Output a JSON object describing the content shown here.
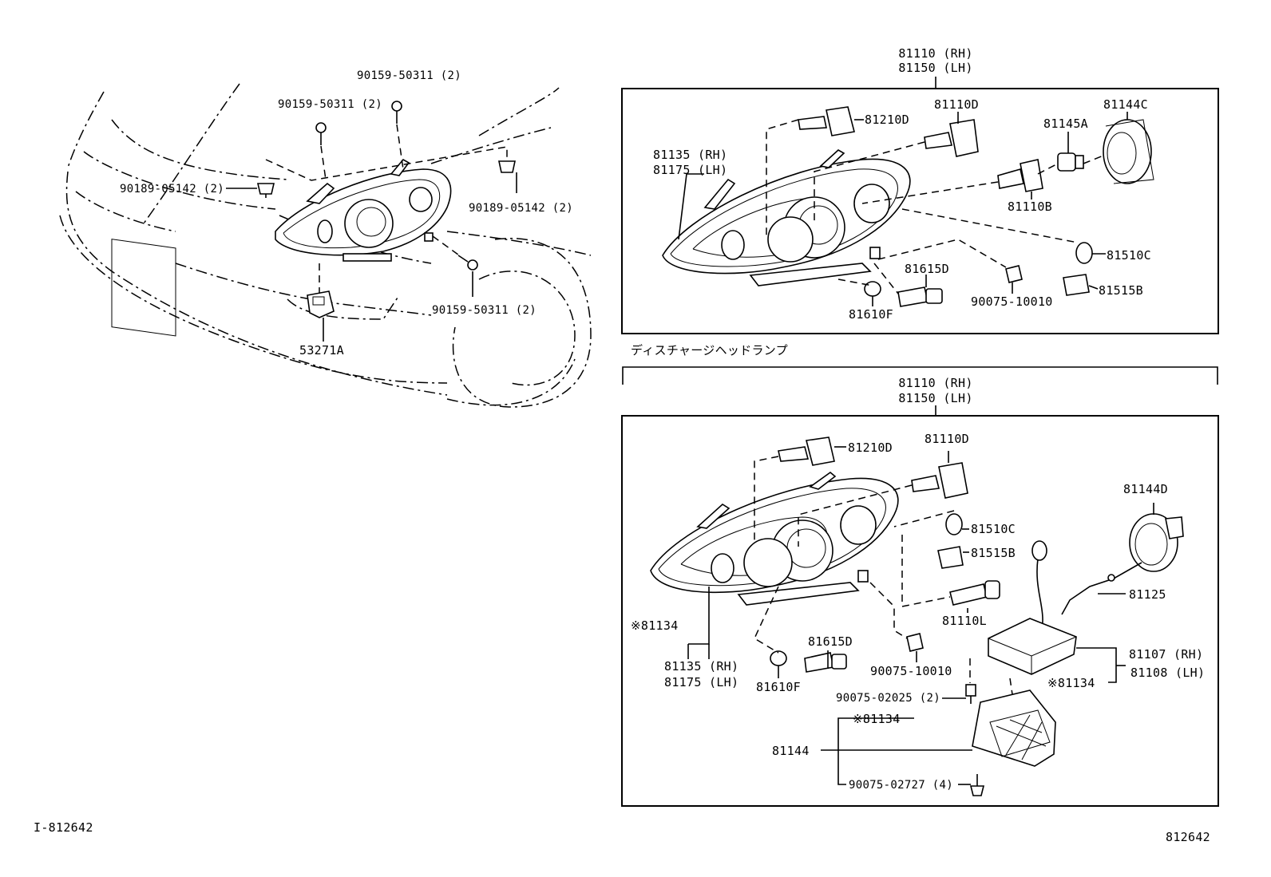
{
  "overview": {
    "labels": {
      "bolt_top": "90159-50311 (2)",
      "bolt_left": "90159-50311 (2)",
      "clip_left": "90189-05142 (2)",
      "clip_right": "90189-05142 (2)",
      "bolt_lower": "90159-50311 (2)",
      "bracket": "53271A"
    }
  },
  "halogen": {
    "title_rh": "81110 (RH)",
    "title_lh": "81150 (LH)",
    "labels": {
      "bulb_high": "81210D",
      "bulb_low": "81110D",
      "socket_b": "81110B",
      "socket_a": "81145A",
      "cap": "81144C",
      "housing_rh": "81135 (RH)",
      "housing_lh": "81175 (LH)",
      "bulb_side": "81510C",
      "socket_side": "81515B",
      "socket_front": "81615D",
      "bulb_front": "81610F",
      "grommet": "90075-10010"
    }
  },
  "discharge": {
    "heading": "ディスチャージヘッドランプ",
    "title_rh": "81110 (RH)",
    "title_lh": "81150 (LH)",
    "labels": {
      "bulb_high": "81210D",
      "bulb_low": "81110D",
      "cap": "81144D",
      "bulb_side": "81510C",
      "socket_side": "81515B",
      "cord": "81125",
      "hid_bulb": "81110L",
      "housing_note": "※81134",
      "housing_rh": "81135 (RH)",
      "housing_lh": "81175 (LH)",
      "socket_front": "81615D",
      "bulb_front": "81610F",
      "grommet": "90075-10010",
      "ballast_rh": "81107 (RH)",
      "ballast_lh": "81108 (LH)",
      "ballast_note": "※81134",
      "screw_small": "90075-02025 (2)",
      "cover_note": "※81134",
      "cover": "81144",
      "screw_cover": "90075-02727 (4)"
    }
  },
  "footer": {
    "left_code": "I-812642",
    "right_code": "812642"
  }
}
